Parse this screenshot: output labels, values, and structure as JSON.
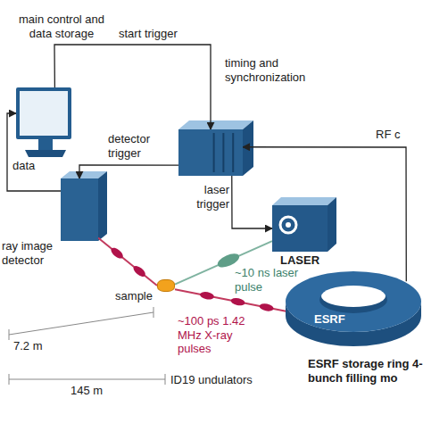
{
  "diagram": {
    "nodes": [
      {
        "text": [
          "main control and data storage"
        ]
      },
      {
        "text": [
          "timing and synchronization"
        ]
      },
      {
        "text": [
          "ray image detector"
        ]
      },
      {
        "text": [
          "LASER"
        ]
      },
      {
        "text": [
          "sample"
        ]
      },
      {
        "text": [
          "ESRF",
          "ESRF storage ring 4-bunch filling mo"
        ]
      }
    ],
    "edges": [
      {
        "from": 0,
        "to": 1,
        "label": "start trigger",
        "arrow": "to"
      },
      {
        "from": 1,
        "to": 2,
        "label": "detector trigger",
        "arrow": "to"
      },
      {
        "from": 1,
        "to": 3,
        "label": "laser trigger",
        "arrow": "to"
      },
      {
        "from": 2,
        "to": 0,
        "label": "data",
        "arrow": "to"
      },
      {
        "from": 5,
        "to": 1,
        "label": "RF c",
        "arrow": "to"
      },
      {
        "from": 3,
        "to": 4,
        "label": "~10 ns laser pulse",
        "arrow": "none"
      },
      {
        "from": 5,
        "to": 4,
        "label": "~100 ps 1.42 MHz X-ray pulses",
        "arrow": "none"
      },
      {
        "from": 4,
        "to": 2,
        "arrow": "none"
      }
    ],
    "labels": [
      "7.2 m",
      "145 m",
      "ID19 undulators"
    ]
  }
}
